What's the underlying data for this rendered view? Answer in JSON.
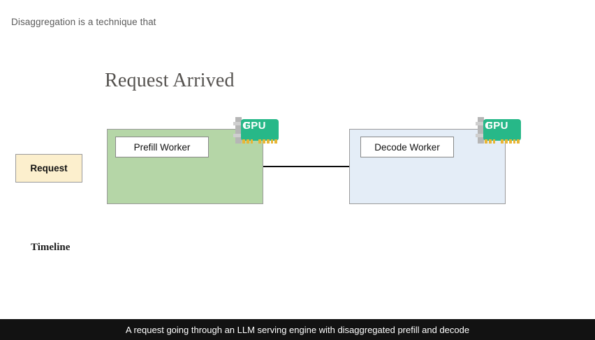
{
  "intro": {
    "text": "Disaggregation is a technique that"
  },
  "slide": {
    "title": "Request Arrived",
    "timeline_label": "Timeline"
  },
  "request": {
    "label": "Request"
  },
  "workers": {
    "prefill": {
      "label": "Prefill Worker",
      "fill_color": "#b5d6a7",
      "gpu_label": "GPU"
    },
    "decode": {
      "label": "Decode Worker",
      "fill_color": "#e4edf7",
      "gpu_label": "GPU"
    }
  },
  "colors": {
    "request_fill": "#fcefcd",
    "gpu_card": "#27b888",
    "gpu_pins": "#e8b636",
    "connector": "#0b0b0b",
    "caption_bar": "#121212"
  },
  "caption": {
    "text": "A request going through an LLM serving engine with disaggregated prefill and decode"
  }
}
